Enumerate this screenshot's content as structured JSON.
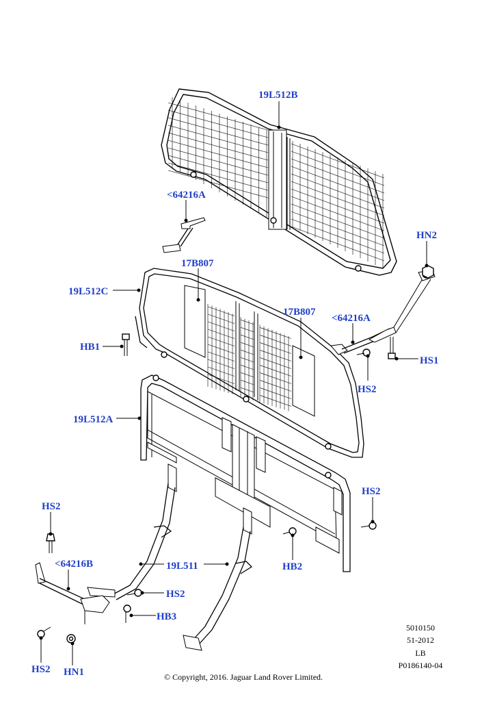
{
  "labels": {
    "top_guard": "19L512B",
    "bracket_top": "<64216A",
    "hn2": "HN2",
    "mid_frame": "19L512C",
    "panel_left": "17B807",
    "panel_right": "17B807",
    "bracket_right": "<64216A",
    "hb1": "HB1",
    "hs1": "HS1",
    "hs2_right": "HS2",
    "lower_frame": "19L512A",
    "hs2_far_right": "HS2",
    "hs2_left": "HS2",
    "bracket_bottom": "<64216B",
    "struts": "19L511",
    "hb2": "HB2",
    "hs2_bottom": "HS2",
    "hb3": "HB3",
    "hs2_bottom_left": "HS2",
    "hn1": "HN1"
  },
  "info": {
    "line1": "5010150",
    "line2": "51-2012",
    "line3": "LB",
    "line4": "P0186140-04"
  },
  "copyright": "© Copyright, 2016. Jaguar Land Rover Limited."
}
